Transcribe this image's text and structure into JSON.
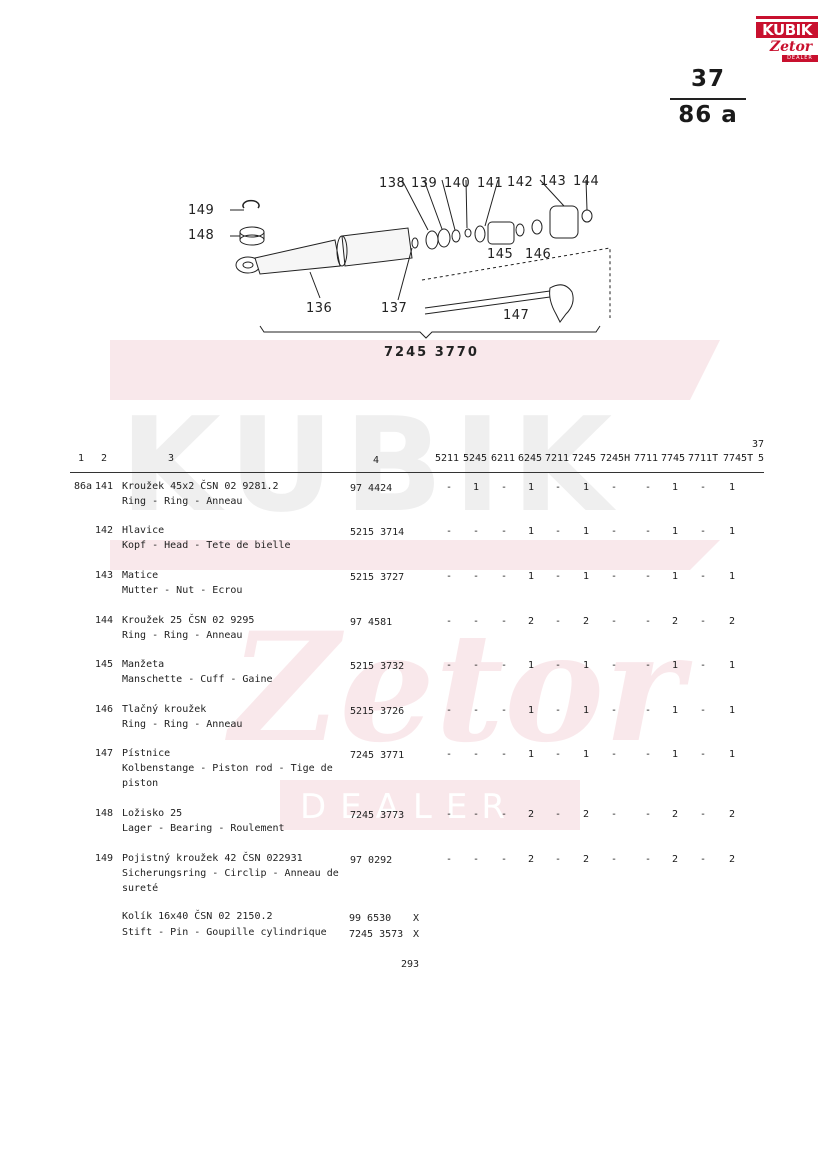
{
  "logo": {
    "brand": "KUBIK",
    "sub": "Zetor",
    "tag": "DEALER"
  },
  "page_ref": {
    "top": "37",
    "bottom": "86 a"
  },
  "diagram": {
    "callouts": [
      "138",
      "139",
      "140",
      "141",
      "142",
      "143",
      "144",
      "149",
      "148",
      "136",
      "137",
      "145",
      "146",
      "147"
    ],
    "assembly_number": "7245 3770"
  },
  "table": {
    "headers": {
      "c1": "1",
      "c2": "2",
      "c3": "3",
      "c4": "4",
      "group": "37",
      "c5": "5"
    },
    "models": [
      "5211",
      "5245",
      "6211",
      "6245",
      "7211",
      "7245",
      "7245H",
      "7711",
      "7745",
      "7711T",
      "7745T"
    ],
    "rows": [
      {
        "fig": "86a",
        "pos": "141",
        "desc": [
          "Kroužek 45x2 ČSN 02 9281.2",
          "Ring - Ring - Anneau"
        ],
        "part": "97 4424",
        "qty": [
          "-",
          "1",
          "-",
          "1",
          "-",
          "1",
          "-",
          "-",
          "1",
          "-",
          "1"
        ]
      },
      {
        "fig": "",
        "pos": "142",
        "desc": [
          "Hlavice",
          "Kopf - Head - Tete de bielle"
        ],
        "part": "5215 3714",
        "qty": [
          "-",
          "-",
          "-",
          "1",
          "-",
          "1",
          "-",
          "-",
          "1",
          "-",
          "1"
        ]
      },
      {
        "fig": "",
        "pos": "143",
        "desc": [
          "Matice",
          "Mutter - Nut - Ecrou"
        ],
        "part": "5215 3727",
        "qty": [
          "-",
          "-",
          "-",
          "1",
          "-",
          "1",
          "-",
          "-",
          "1",
          "-",
          "1"
        ]
      },
      {
        "fig": "",
        "pos": "144",
        "desc": [
          "Kroužek 25 ČSN 02 9295",
          "Ring - Ring - Anneau"
        ],
        "part": "97 4581",
        "qty": [
          "-",
          "-",
          "-",
          "2",
          "-",
          "2",
          "-",
          "-",
          "2",
          "-",
          "2"
        ]
      },
      {
        "fig": "",
        "pos": "145",
        "desc": [
          "Manžeta",
          "Manschette - Cuff - Gaine"
        ],
        "part": "5215 3732",
        "qty": [
          "-",
          "-",
          "-",
          "1",
          "-",
          "1",
          "-",
          "-",
          "1",
          "-",
          "1"
        ]
      },
      {
        "fig": "",
        "pos": "146",
        "desc": [
          "Tlačný kroužek",
          "Ring - Ring - Anneau"
        ],
        "part": "5215 3726",
        "qty": [
          "-",
          "-",
          "-",
          "1",
          "-",
          "1",
          "-",
          "-",
          "1",
          "-",
          "1"
        ]
      },
      {
        "fig": "",
        "pos": "147",
        "desc": [
          "Pístnice",
          "Kolbenstange - Piston rod - Tige de",
          "piston"
        ],
        "part": "7245 3771",
        "qty": [
          "-",
          "-",
          "-",
          "1",
          "-",
          "1",
          "-",
          "-",
          "1",
          "-",
          "1"
        ]
      },
      {
        "fig": "",
        "pos": "148",
        "desc": [
          "Ložisko 25",
          "Lager - Bearing - Roulement"
        ],
        "part": "7245 3773",
        "qty": [
          "-",
          "-",
          "-",
          "2",
          "-",
          "2",
          "-",
          "-",
          "2",
          "-",
          "2"
        ]
      },
      {
        "fig": "",
        "pos": "149",
        "desc": [
          "Pojistný kroužek 42 ČSN 022931",
          "Sicherungsring - Circlip - Anneau de",
          "sureté"
        ],
        "part": "97 0292",
        "qty": [
          "-",
          "-",
          "-",
          "2",
          "-",
          "2",
          "-",
          "-",
          "2",
          "-",
          "2"
        ]
      }
    ],
    "extra": {
      "desc": [
        "Kolík 16x40 ČSN 02 2150.2",
        "Stift - Pin - Goupille cylindrique"
      ],
      "parts": [
        "99 6530",
        "7245 3573"
      ],
      "marks": [
        "X",
        "X"
      ]
    }
  },
  "footer": {
    "page_number": "293"
  },
  "colors": {
    "accent": "#c8102e",
    "ink": "#1a1a1a"
  }
}
